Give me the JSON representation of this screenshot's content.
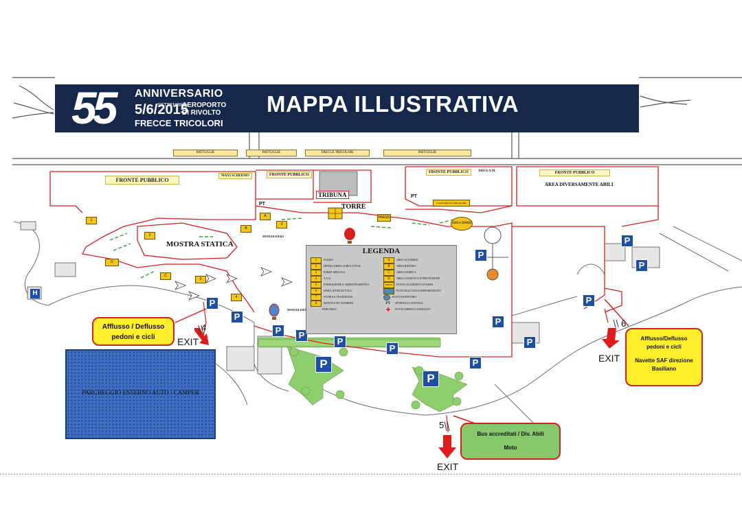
{
  "header": {
    "logo_number": "55",
    "logo_line1": "ANNIVERSARIO",
    "logo_date": "5/6/2015",
    "logo_month": "SETTEMBRE",
    "logo_airport": "AEROPORTO DI RIVOLTO",
    "logo_line3": "FRECCE TRICOLORI",
    "title": "MAPPA ILLUSTRATIVA",
    "background_color": "#15284b"
  },
  "top_signs": [
    {
      "label": "PATTUGLIE"
    },
    {
      "label": "PATTUGLIE"
    },
    {
      "label": "FRECCE TRICOLORI"
    },
    {
      "label": "PATTUGLIE"
    }
  ],
  "zones": {
    "fronte_pubblico_1": "FRONTE PUBBLICO",
    "maxi_schermo": "MAXI SCHERMO",
    "fronte_pubblico_2": "FRONTE PUBBLICO",
    "tribuna": "TRIBUNA",
    "torre": "TORRE",
    "fronte_pubblico_3": "FRONTE PUBBLICO",
    "area_am": "AREA A.M.",
    "fronte_pubblico_4": "FRONTE PUBBLICO",
    "area_diversamente_abili": "AREA DIVERSAMENTE ABILI",
    "mostra_statica": "MOSTRA STATICA",
    "area_bimbi": "AREA BIMBI",
    "press": "PRESS",
    "club": "CLUB FRECCE TRICOLORI",
    "mongolfiera": "MONGOLFIERA",
    "parcheggio": "PARCHEGGIO ESTERNO AUTO / CAMPER"
  },
  "legend": {
    "title": "LEGENDA",
    "left_items": [
      {
        "key": "1",
        "label": "STADIO"
      },
      {
        "key": "2",
        "label": "DIFESA ARMA AEREA CIVILE"
      },
      {
        "key": "3",
        "label": "FORZE SPECIALI"
      },
      {
        "key": "4",
        "label": "T.A.N."
      },
      {
        "key": "5",
        "label": "FORMAZIONE E ADDESTRAMENTO"
      },
      {
        "key": "6",
        "label": "SIMULATORI DI VOLO"
      },
      {
        "key": "7",
        "label": "STORIA E TRADIZIONE"
      },
      {
        "key": "8",
        "label": "MOSTRA FIG. BAMBINI"
      },
      {
        "key": "",
        "label": "PERCORSO"
      }
    ],
    "right_items": [
      {
        "key": "A",
        "label": "AREA SCUDERIA"
      },
      {
        "key": "B",
        "label": "AREA RISTORO"
      },
      {
        "key": "C",
        "label": "AREA STORICA"
      },
      {
        "key": "D",
        "label": "AREA LOGISTICA DI PROTEZIONE"
      },
      {
        "key": "PRESS",
        "label": "PUNTO ACCREDITO STAMPA"
      },
      {
        "key": "",
        "label": "PUNTI RACCOLTA DIFFERENZIATA"
      },
      {
        "key": "",
        "label": "PUNTI DI RISTORO"
      },
      {
        "key": "PT",
        "label": "SPORTELLO POSTALE"
      },
      {
        "key": "",
        "label": "PUNTO MEDICO AVANZATO"
      }
    ]
  },
  "callouts": {
    "left": {
      "line1": "Afflusso / Deflusso",
      "line2": "pedoni e cicli"
    },
    "right": {
      "line1": "Afflusso/Deflusso",
      "line2": "pedoni e cicli",
      "line3": "Navette SAF direzione",
      "line4": "Basiliano"
    },
    "bottom": {
      "line1": "Bus accreditati / Div. Abili",
      "line2": "Moto"
    }
  },
  "exits": {
    "label": "EXIT",
    "gate_left": "4",
    "gate_bottom": "5",
    "gate_right": "6"
  },
  "parking_label": "P",
  "marker_labels": {
    "pt": "PT",
    "a": "A",
    "b": "B",
    "c": "C",
    "d": "D",
    "h": "H",
    "one": "1",
    "two": "2",
    "three": "3",
    "four": "4",
    "five": "5"
  },
  "colors": {
    "route_red": "#d62020",
    "parking_blue": "#1e4fa3",
    "callout_yellow": "#ffef2a",
    "callout_green": "#86c86b",
    "grass_green": "#8fce6d",
    "legend_gray": "#c9c9c9"
  }
}
